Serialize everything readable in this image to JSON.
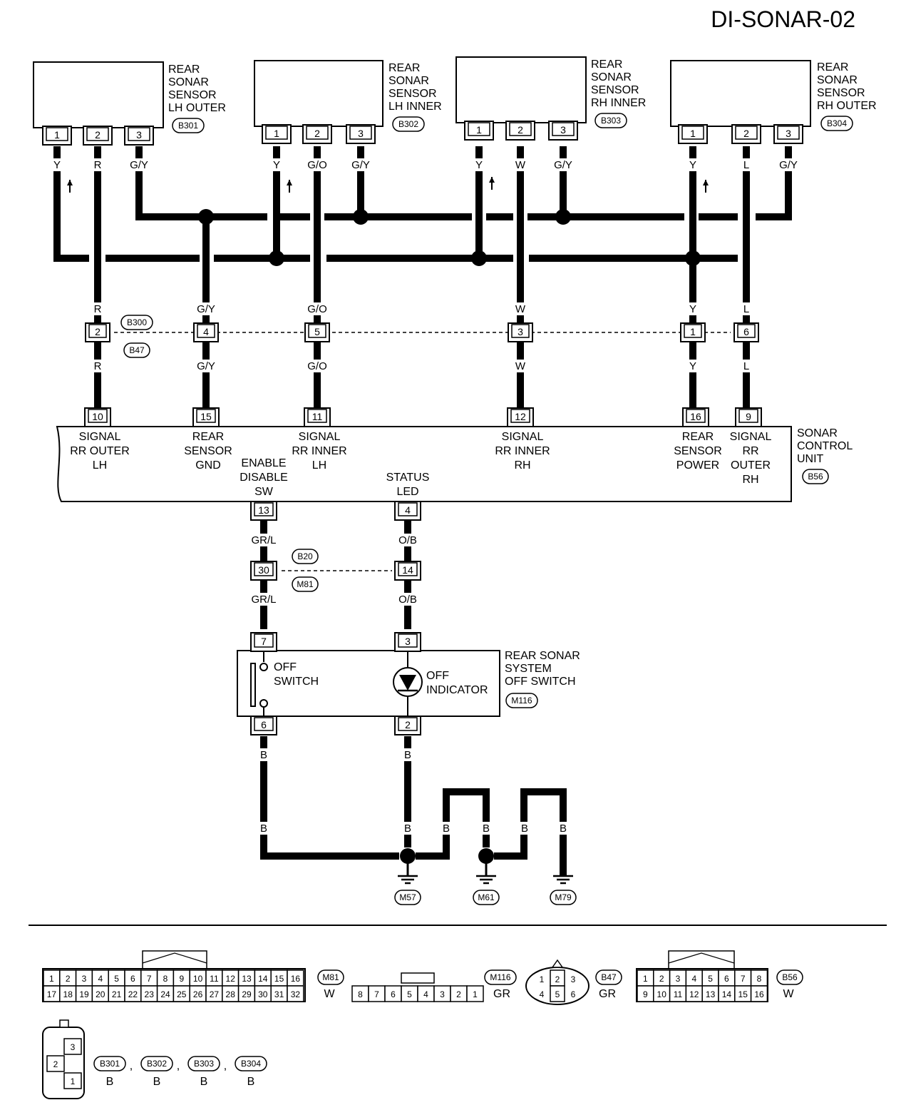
{
  "title": "DI-SONAR-02",
  "sensors": [
    {
      "id": "lh-outer",
      "lines": [
        "REAR",
        "SONAR",
        "SENSOR",
        "LH OUTER"
      ],
      "connector": "B301",
      "pins": [
        "1",
        "2",
        "3"
      ],
      "wires": [
        "Y",
        "R",
        "G/Y"
      ]
    },
    {
      "id": "lh-inner",
      "lines": [
        "REAR",
        "SONAR",
        "SENSOR",
        "LH INNER"
      ],
      "connector": "B302",
      "pins": [
        "1",
        "2",
        "3"
      ],
      "wires": [
        "Y",
        "G/O",
        "G/Y"
      ]
    },
    {
      "id": "rh-inner",
      "lines": [
        "REAR",
        "SONAR",
        "SENSOR",
        "RH INNER"
      ],
      "connector": "B303",
      "pins": [
        "1",
        "2",
        "3"
      ],
      "wires": [
        "Y",
        "W",
        "G/Y"
      ]
    },
    {
      "id": "rh-outer",
      "lines": [
        "REAR",
        "SONAR",
        "SENSOR",
        "RH OUTER"
      ],
      "connector": "B304",
      "pins": [
        "1",
        "2",
        "3"
      ],
      "wires": [
        "Y",
        "L",
        "G/Y"
      ]
    }
  ],
  "harness": {
    "connector_top": "B300",
    "connector_bottom": "B47",
    "pins": [
      {
        "pin": "2",
        "wire_top": "R",
        "wire_bottom": "R"
      },
      {
        "pin": "4",
        "wire_top": "G/Y",
        "wire_bottom": "G/Y"
      },
      {
        "pin": "5",
        "wire_top": "G/O",
        "wire_bottom": "G/O"
      },
      {
        "pin": "3",
        "wire_top": "W",
        "wire_bottom": "W"
      },
      {
        "pin": "1",
        "wire_top": "Y",
        "wire_bottom": "Y"
      },
      {
        "pin": "6",
        "wire_top": "L",
        "wire_bottom": "L"
      }
    ]
  },
  "control_unit": {
    "lines": [
      "SONAR",
      "CONTROL",
      "UNIT"
    ],
    "connector": "B56",
    "top_pins": [
      {
        "pin": "10",
        "lines": [
          "SIGNAL",
          "RR OUTER",
          "LH"
        ]
      },
      {
        "pin": "15",
        "lines": [
          "REAR",
          "SENSOR",
          "GND"
        ]
      },
      {
        "pin": "11",
        "lines": [
          "SIGNAL",
          "RR INNER",
          "LH"
        ]
      },
      {
        "pin": "12",
        "lines": [
          "SIGNAL",
          "RR INNER",
          "RH"
        ]
      },
      {
        "pin": "16",
        "lines": [
          "REAR",
          "SENSOR",
          "POWER"
        ]
      },
      {
        "pin": "9",
        "lines": [
          "SIGNAL",
          "RR",
          "OUTER",
          "RH"
        ]
      }
    ],
    "bottom_pins": [
      {
        "pin": "13",
        "lines": [
          "ENABLE",
          "DISABLE",
          "SW"
        ]
      },
      {
        "pin": "4",
        "lines": [
          "STATUS",
          "LED"
        ]
      }
    ]
  },
  "lower_harness": {
    "connector_top": "B20",
    "connector_bottom": "M81",
    "pins": [
      {
        "pin": "30",
        "wire_top": "GR/L",
        "wire_bottom": "GR/L"
      },
      {
        "pin": "14",
        "wire_top": "O/B",
        "wire_bottom": "O/B"
      }
    ]
  },
  "off_switch": {
    "lines": [
      "REAR SONAR",
      "SYSTEM",
      "OFF SWITCH"
    ],
    "connector": "M116",
    "switch_lines": [
      "OFF",
      "SWITCH"
    ],
    "indicator_lines": [
      "OFF",
      "INDICATOR"
    ],
    "pins_top": [
      "7",
      "3"
    ],
    "pins_bottom": [
      "6",
      "2"
    ],
    "wires_bottom": [
      "B",
      "B"
    ]
  },
  "grounds": {
    "wire_labels": [
      "B",
      "B",
      "B",
      "B",
      "B",
      "B"
    ],
    "points": [
      "M57",
      "M61",
      "M79"
    ]
  },
  "connector_views": {
    "m81": {
      "row1": [
        "1",
        "2",
        "3",
        "4",
        "5",
        "6",
        "7",
        "8",
        "9",
        "10",
        "11",
        "12",
        "13",
        "14",
        "15",
        "16"
      ],
      "row2": [
        "17",
        "18",
        "19",
        "20",
        "21",
        "22",
        "23",
        "24",
        "25",
        "26",
        "27",
        "28",
        "29",
        "30",
        "31",
        "32"
      ],
      "id": "M81",
      "color": "W"
    },
    "m116": {
      "pins": [
        "8",
        "7",
        "6",
        "5",
        "4",
        "3",
        "2",
        "1"
      ],
      "id": "M116",
      "color": "GR"
    },
    "b47": {
      "row1": [
        "1",
        "2",
        "3"
      ],
      "row2": [
        "4",
        "5",
        "6"
      ],
      "id": "B47",
      "color": "GR"
    },
    "b56": {
      "row1": [
        "1",
        "2",
        "3",
        "4",
        "5",
        "6",
        "7",
        "8"
      ],
      "row2": [
        "9",
        "10",
        "11",
        "12",
        "13",
        "14",
        "15",
        "16"
      ],
      "id": "B56",
      "color": "W"
    },
    "sensor": {
      "pins": [
        "3",
        "2",
        "1"
      ],
      "ids": [
        "B301",
        "B302",
        "B303",
        "B304"
      ],
      "colors": [
        "B",
        "B",
        "B",
        "B"
      ],
      "separator": ","
    }
  }
}
